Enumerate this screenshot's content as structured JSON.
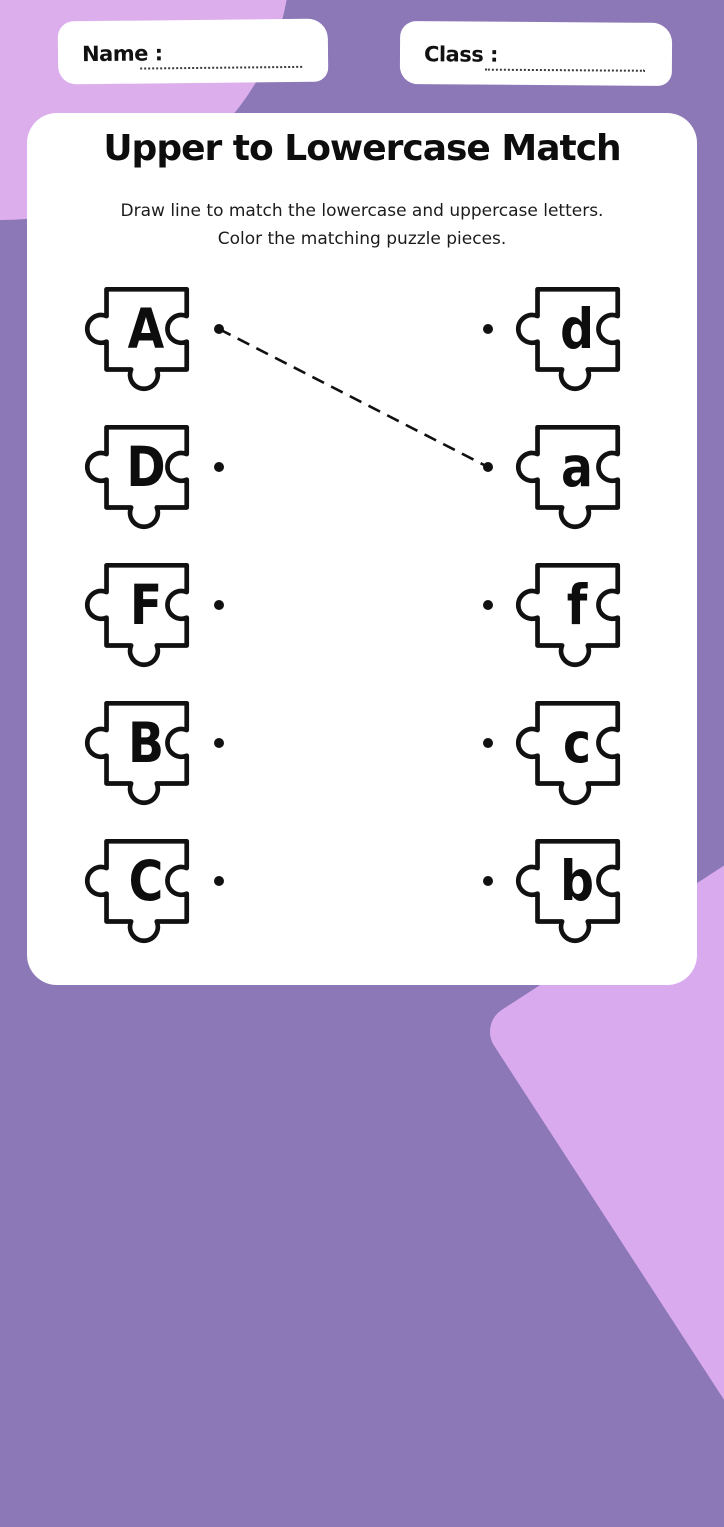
{
  "colors": {
    "background": "#8c77b7",
    "blob_top_left": "#dcafec",
    "blob_bottom_right": "#d9aaee",
    "card": "#ffffff",
    "ink": "#111111"
  },
  "header": {
    "name_label": "Name :",
    "class_label": "Class :"
  },
  "worksheet": {
    "title": "Upper to Lowercase Match",
    "instruction_line_1": "Draw line to match the lowercase and uppercase letters.",
    "instruction_line_2": "Color the matching puzzle pieces.",
    "rows": [
      {
        "left": "A",
        "right": "d"
      },
      {
        "left": "D",
        "right": "a"
      },
      {
        "left": "F",
        "right": "f"
      },
      {
        "left": "B",
        "right": "c"
      },
      {
        "left": "C",
        "right": "b"
      }
    ],
    "drawn_connection": {
      "from_uppercase": "A",
      "to_lowercase": "a"
    }
  }
}
